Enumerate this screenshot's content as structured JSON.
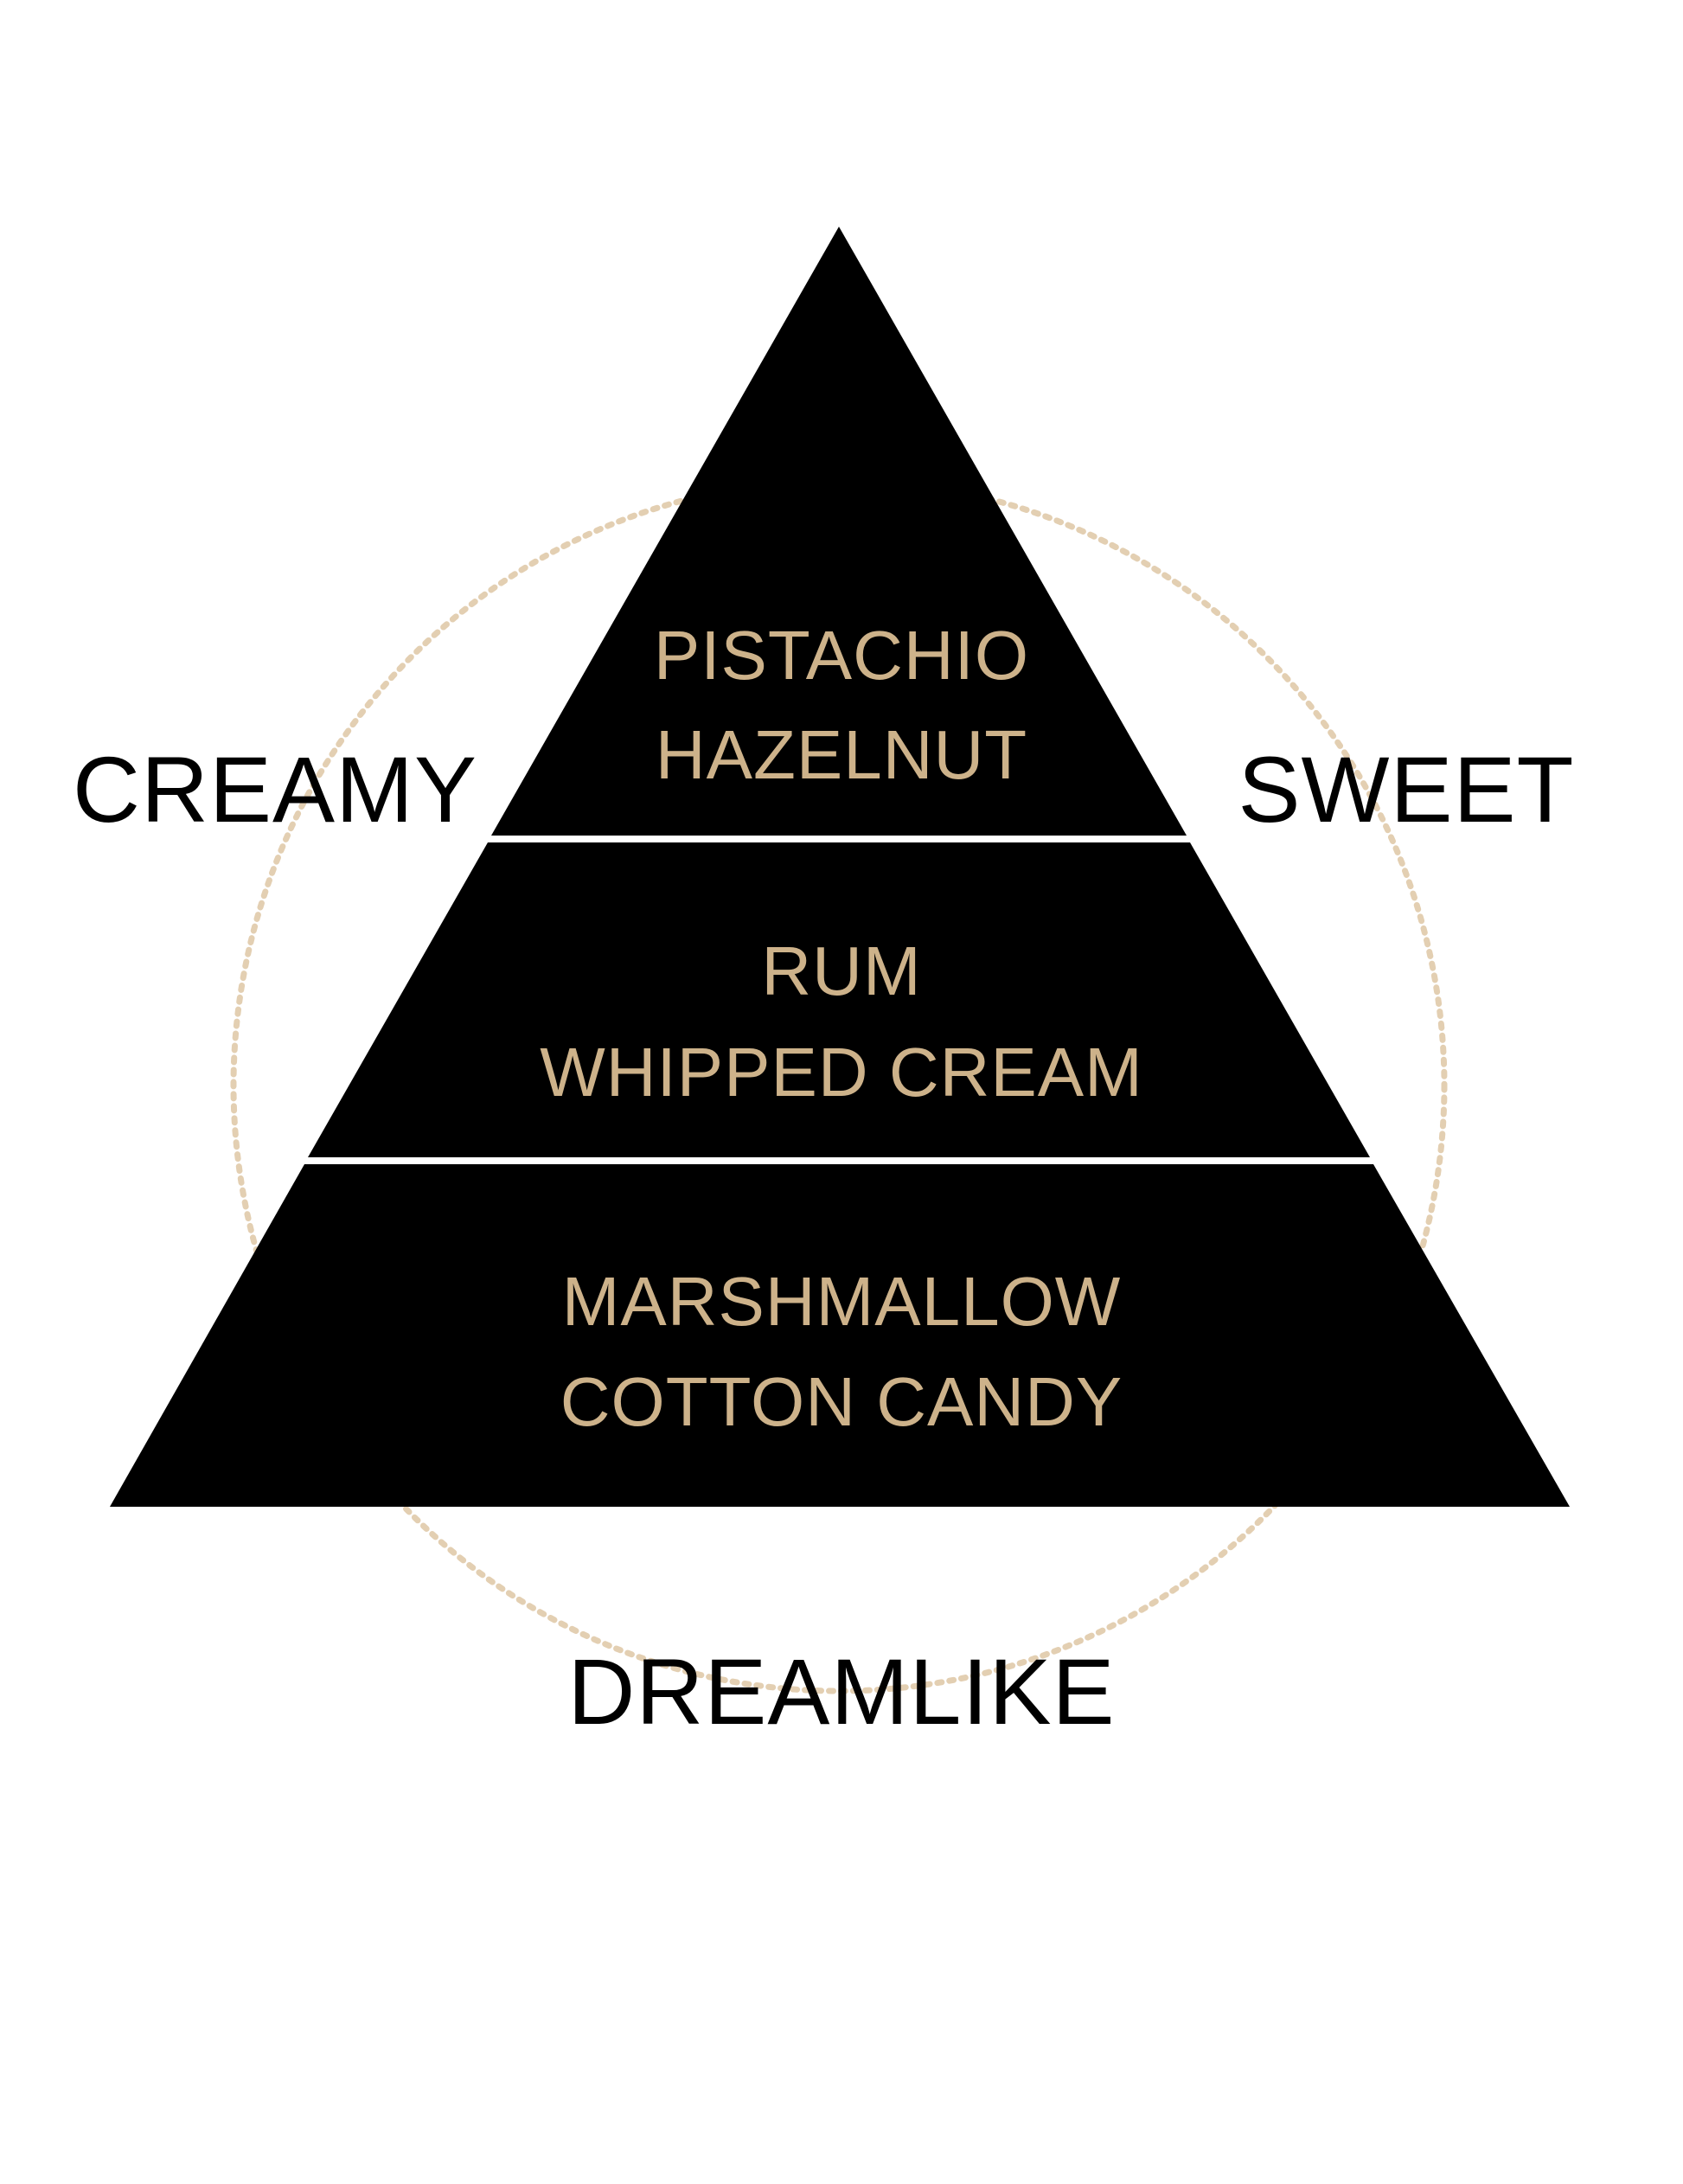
{
  "colors": {
    "background": "#ffffff",
    "pyramid_fill": "#000000",
    "tier_divider": "#ffffff",
    "note_text": "#cdb28a",
    "accord_text": "#000000",
    "ring_stroke": "#e3cfb2"
  },
  "accords": {
    "left": "CREAMY",
    "right": "SWEET",
    "bottom": "DREAMLIKE"
  },
  "tiers": [
    {
      "notes": [
        "PISTACHIO",
        "HAZELNUT"
      ]
    },
    {
      "notes": [
        "RUM",
        "WHIPPED CREAM"
      ]
    },
    {
      "notes": [
        "MARSHMALLOW",
        "COTTON CANDY"
      ]
    }
  ]
}
